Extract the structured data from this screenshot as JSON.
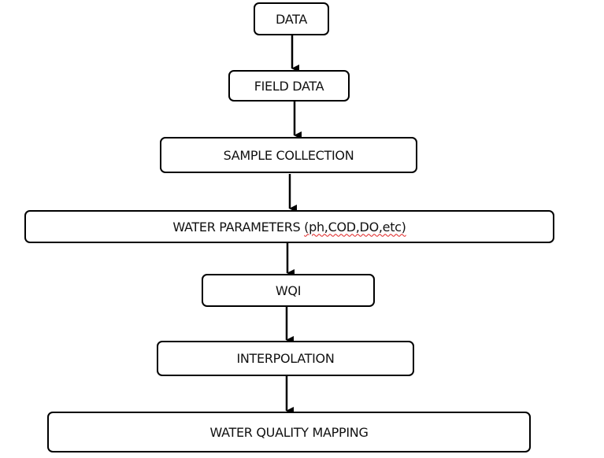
{
  "flowchart": {
    "nodes": [
      {
        "id": "data",
        "label": "DATA"
      },
      {
        "id": "field-data",
        "label": "FIELD DATA"
      },
      {
        "id": "sample-collection",
        "label": "SAMPLE COLLECTION"
      },
      {
        "id": "water-parameters",
        "label": "WATER PARAMETERS ",
        "label_flagged": "(ph,COD,DO,etc)"
      },
      {
        "id": "wqi",
        "label": "WQI"
      },
      {
        "id": "interpolation",
        "label": "INTERPOLATION"
      },
      {
        "id": "water-quality-mapping",
        "label": "WATER QUALITY MAPPING"
      }
    ],
    "edges": [
      {
        "from": "data",
        "to": "field-data"
      },
      {
        "from": "field-data",
        "to": "sample-collection"
      },
      {
        "from": "sample-collection",
        "to": "water-parameters"
      },
      {
        "from": "water-parameters",
        "to": "wqi"
      },
      {
        "from": "wqi",
        "to": "interpolation"
      },
      {
        "from": "interpolation",
        "to": "water-quality-mapping"
      }
    ]
  }
}
